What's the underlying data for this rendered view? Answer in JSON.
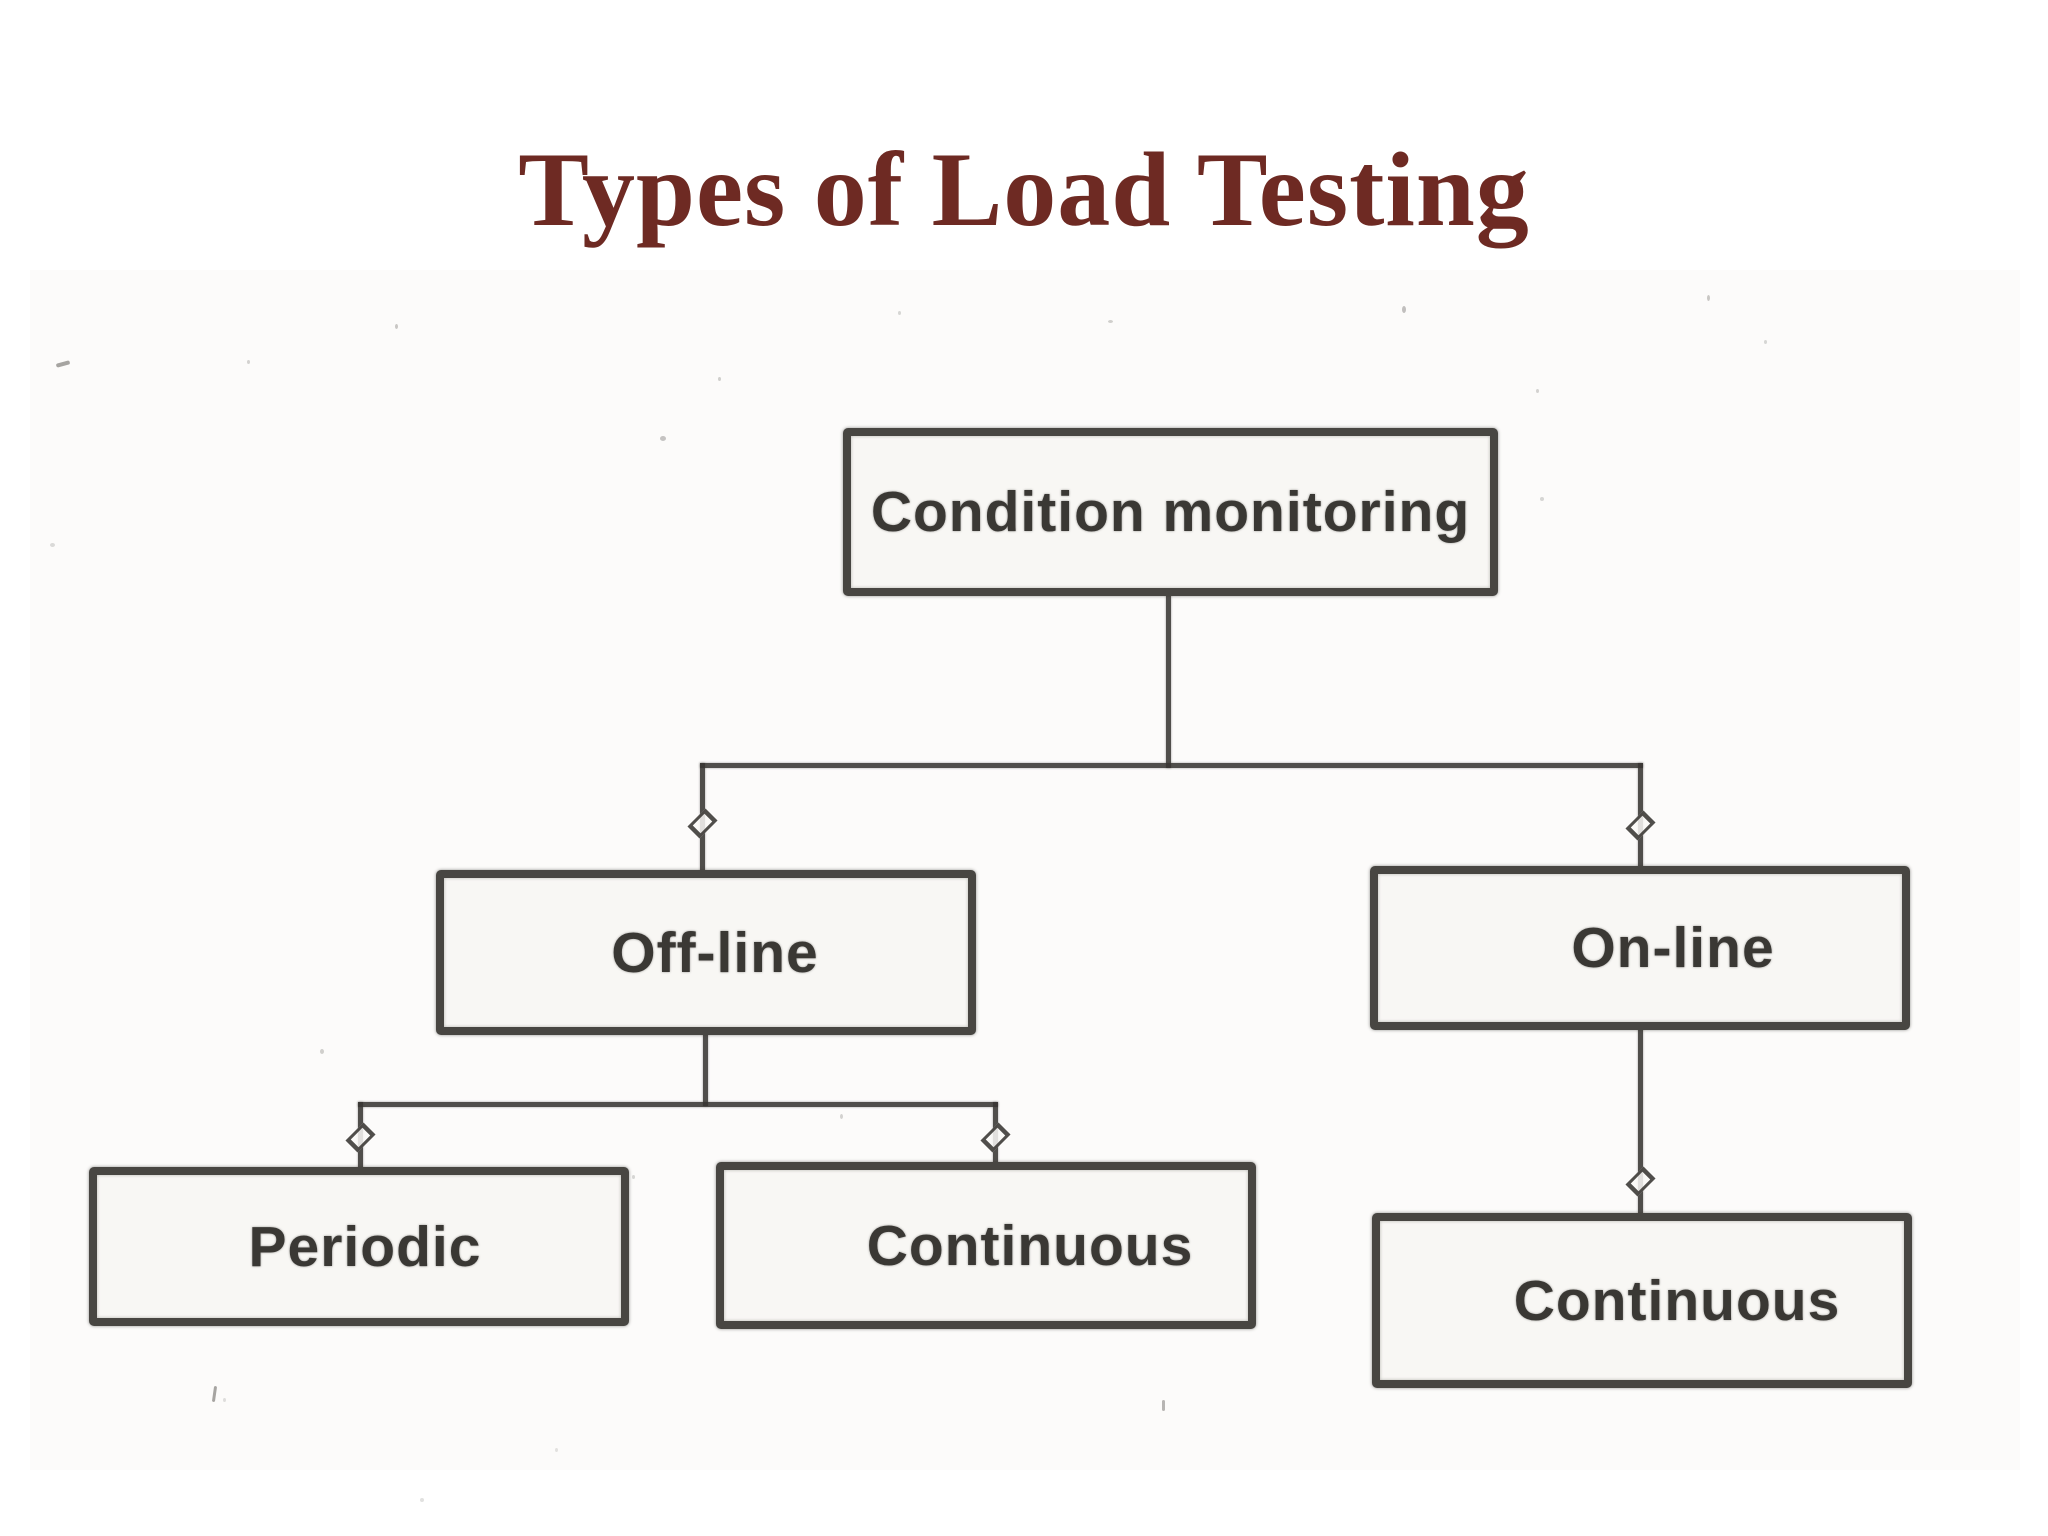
{
  "title": "Types of Load Testing",
  "colors": {
    "title_accent": "#6e2a23",
    "diagram_ink": "#383632",
    "box_fill": "#f8f7f4",
    "background": "#ffffff"
  },
  "diagram": {
    "type": "tree-flowchart",
    "nodes": [
      {
        "id": "condition-monitoring",
        "label": "Condition monitoring",
        "level": 0
      },
      {
        "id": "off-line",
        "label": "Off-line",
        "level": 1
      },
      {
        "id": "on-line",
        "label": "On-line",
        "level": 1
      },
      {
        "id": "periodic",
        "label": "Periodic",
        "level": 2
      },
      {
        "id": "continuous-offline",
        "label": "Continuous",
        "level": 2
      },
      {
        "id": "continuous-online",
        "label": "Continuous",
        "level": 2
      }
    ],
    "edges": [
      {
        "from": "condition-monitoring",
        "to": "off-line",
        "arrowhead": "diamond"
      },
      {
        "from": "condition-monitoring",
        "to": "on-line",
        "arrowhead": "diamond"
      },
      {
        "from": "off-line",
        "to": "periodic",
        "arrowhead": "diamond"
      },
      {
        "from": "off-line",
        "to": "continuous-offline",
        "arrowhead": "diamond"
      },
      {
        "from": "on-line",
        "to": "continuous-online",
        "arrowhead": "diamond"
      }
    ]
  }
}
